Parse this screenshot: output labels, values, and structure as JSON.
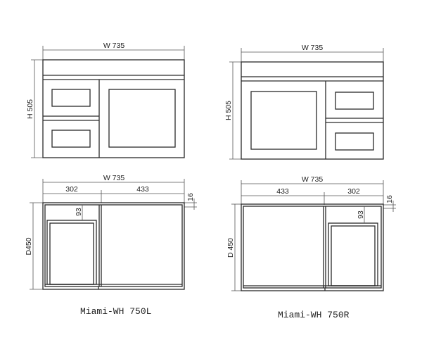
{
  "drawings": {
    "front_left": {
      "width_label": "W 735",
      "height_label": "H 505"
    },
    "front_right": {
      "width_label": "W 735",
      "height_label": "H 505"
    },
    "plan_left": {
      "width_label": "W 735",
      "seg_a": "302",
      "seg_b": "433",
      "side_label": "16",
      "inner_label": "93",
      "depth_label": "D450"
    },
    "plan_right": {
      "width_label": "W 735",
      "seg_a": "433",
      "seg_b": "302",
      "side_label": "16",
      "inner_label": "93",
      "depth_label": "D 450"
    }
  },
  "captions": {
    "left": "Miami-WH 750L",
    "right": "Miami-WH 750R"
  },
  "colors": {
    "line": "#2a2a2a",
    "background": "#ffffff"
  }
}
